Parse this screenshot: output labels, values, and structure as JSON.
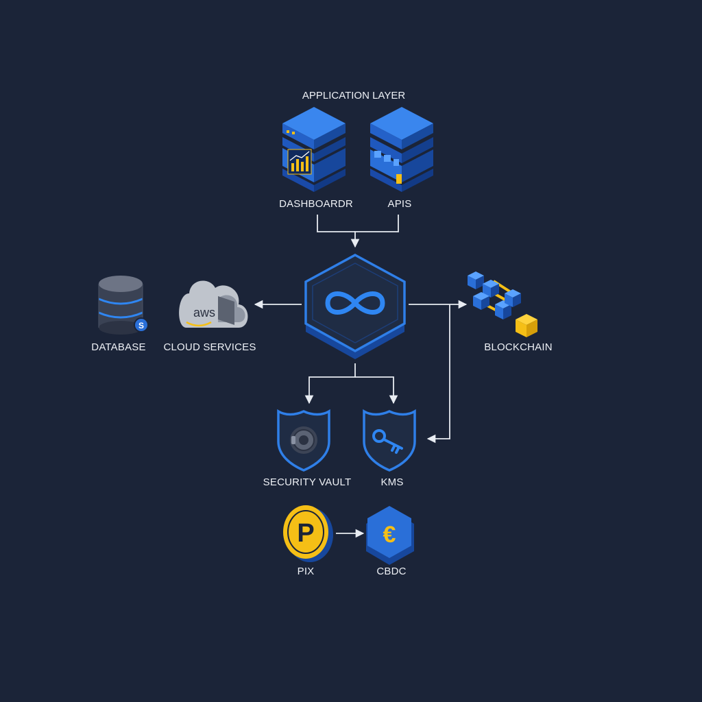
{
  "diagram": {
    "section_title": "APPLICATION LAYER",
    "nodes": {
      "dashboard": {
        "label": "DASHBOARDR",
        "icon": "dashboard-server-icon"
      },
      "apis": {
        "label": "APIS",
        "icon": "api-server-icon"
      },
      "core": {
        "icon": "infinity-hexagon-icon"
      },
      "database": {
        "label": "DATABASE",
        "icon": "database-icon",
        "badge": "S"
      },
      "cloud": {
        "label": "CLOUD SERVICES",
        "icon": "aws-cloud-icon",
        "logo_text": "aws"
      },
      "blockchain": {
        "label": "BLOCKCHAIN",
        "icon": "blockchain-cubes-icon"
      },
      "vault": {
        "label": "SECURITY VAULT",
        "icon": "vault-shield-icon"
      },
      "kms": {
        "label": "KMS",
        "icon": "key-shield-icon"
      },
      "pix": {
        "label": "PIX",
        "icon": "pix-coin-icon",
        "symbol": "P"
      },
      "cbdc": {
        "label": "CBDC",
        "icon": "euro-hexagon-icon",
        "symbol": "€"
      }
    },
    "colors": {
      "background": "#1b2438",
      "accent_blue": "#2a74e0",
      "dark_blue": "#16408f",
      "yellow": "#f5bf16",
      "connector": "#e8ecf2"
    }
  }
}
